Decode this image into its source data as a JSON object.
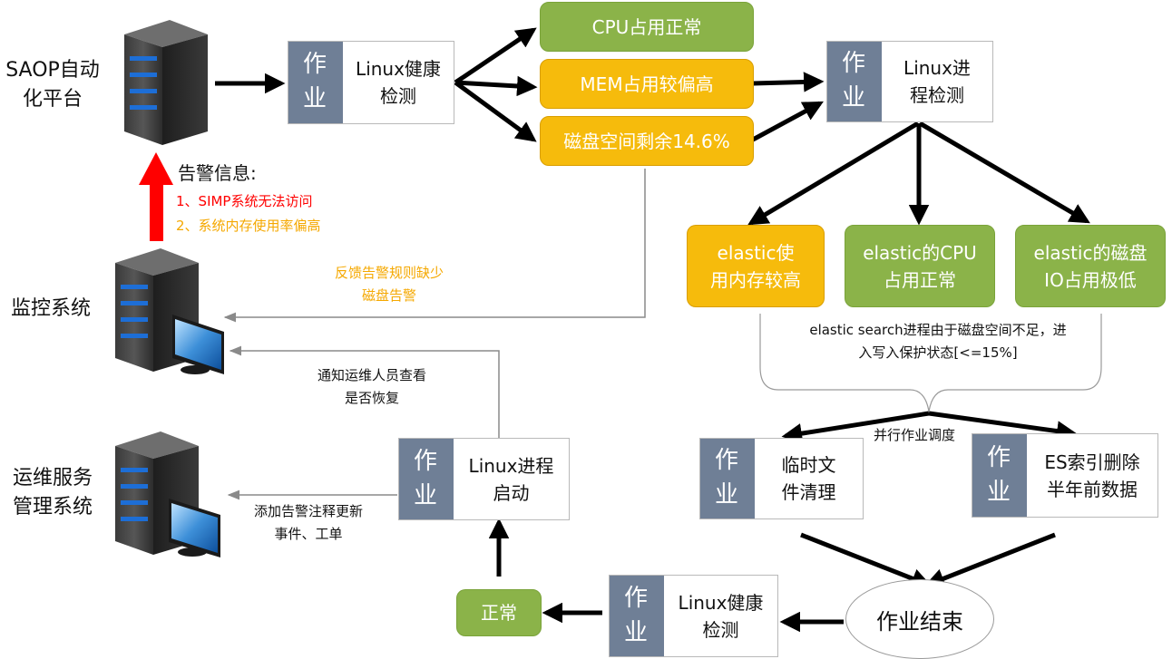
{
  "systems": {
    "saop": "SAOP自动化平台",
    "monitor": "监控系统",
    "ops": "运维服务管理系统"
  },
  "job_tag": "作业",
  "jobs": {
    "health1": "Linux健康检测",
    "process_check": "Linux进程检测",
    "process_start": "Linux进程启动",
    "cleanup": "临时文件清理",
    "es_delete": "ES索引删除半年前数据",
    "health2": "Linux健康检测"
  },
  "results": {
    "cpu": "CPU占用正常",
    "mem": "MEM占用较偏高",
    "disk": "磁盘空间剩余14.6%",
    "es_mem": "elastic使用内存较高",
    "es_cpu": "elastic的CPU占用正常",
    "es_io": "elastic的磁盘IO占用极低",
    "normal": "正常",
    "end": "作业结束"
  },
  "alert": {
    "title": "告警信息:",
    "item1": "1、SIMP系统无法访问",
    "item2": "2、系统内存使用率偏高"
  },
  "notes": {
    "feedback": "反馈告警规则缺少磁盘告警",
    "notify": "通知运维人员查看是否恢复",
    "add_alert": "添加告警注释更新事件、工单",
    "es_reason": "elastic search进程由于磁盘空间不足，进入写入保护状态[<=15%]",
    "parallel": "并行作业调度"
  },
  "colors": {
    "green": "#8bb349",
    "orange": "#f6bb0c",
    "tag": "#6f7f96",
    "alert_red": "#ff0000",
    "alert_orange": "#f5a800",
    "feedback_orange": "#f5a800"
  }
}
